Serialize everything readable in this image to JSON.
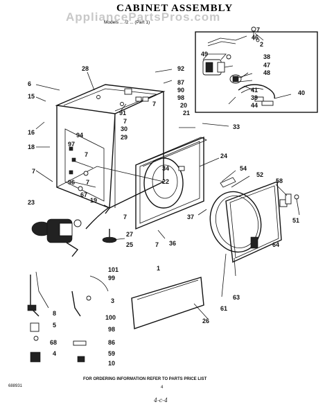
{
  "header": {
    "title": "CABINET ASSEMBLY",
    "subtitle": "Models ... /2 ... (Part 1)",
    "watermark": "AppliancePartsPros.com"
  },
  "footer": {
    "left_code": "688931",
    "note": "FOR ORDERING INFORMATION REFER TO PARTS PRICE LIST",
    "page": "4",
    "handwritten": "4-c-4"
  },
  "callouts": {
    "c1": "1",
    "c2": "2",
    "c3": "3",
    "c4": "4",
    "c5": "5",
    "c6": "6",
    "c7a": "7",
    "c7b": "7",
    "c7c": "7",
    "c7d": "7",
    "c7e": "7",
    "c7f": "7",
    "c7g": "7",
    "c7h": "7",
    "c8": "8",
    "c10": "10",
    "c15": "15",
    "c16": "16",
    "c18": "18",
    "c19": "19",
    "c20": "20",
    "c21": "21",
    "c22": "22",
    "c23": "23",
    "c24": "24",
    "c25": "25",
    "c26": "26",
    "c27": "27",
    "c28": "28",
    "c29": "29",
    "c30": "30",
    "c33": "33",
    "c34": "34",
    "c36": "36",
    "c37": "37",
    "c38": "38",
    "c39": "39",
    "c40": "40",
    "c41": "41",
    "c44": "44",
    "c46": "46",
    "c47": "47",
    "c48": "48",
    "c49": "49",
    "c51": "51",
    "c52": "52",
    "c54": "54",
    "c58": "58",
    "c59": "59",
    "c61": "61",
    "c63": "63",
    "c64": "64",
    "c67": "67",
    "c68": "68",
    "c86": "86",
    "c87": "87",
    "c90": "90",
    "c91": "91",
    "c92": "92",
    "c94": "94",
    "c96": "96",
    "c97": "97",
    "c98a": "98",
    "c98b": "98",
    "c99": "99",
    "c100": "100",
    "c101": "101"
  },
  "accent": "#111111"
}
